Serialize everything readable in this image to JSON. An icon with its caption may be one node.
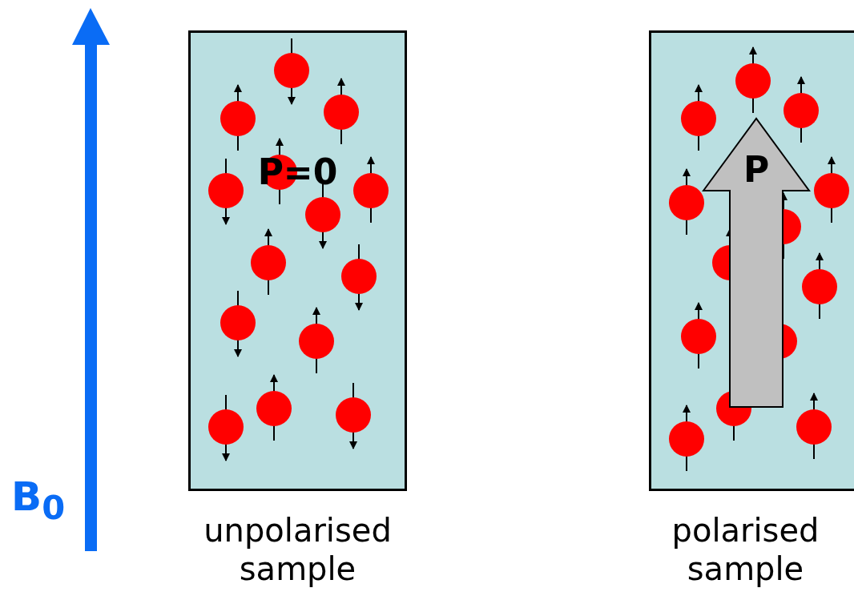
{
  "diagram": {
    "nodes": [
      {
        "text": [
          "P=0"
        ],
        "beside": [
          "unpolarised sample"
        ]
      },
      {
        "text": [],
        "shape": "box",
        "beside": [
          "polarised sample"
        ]
      },
      {
        "text": [
          "P"
        ],
        "in": 1
      }
    ],
    "labels": [
      "B$_{0}$"
    ]
  }
}
